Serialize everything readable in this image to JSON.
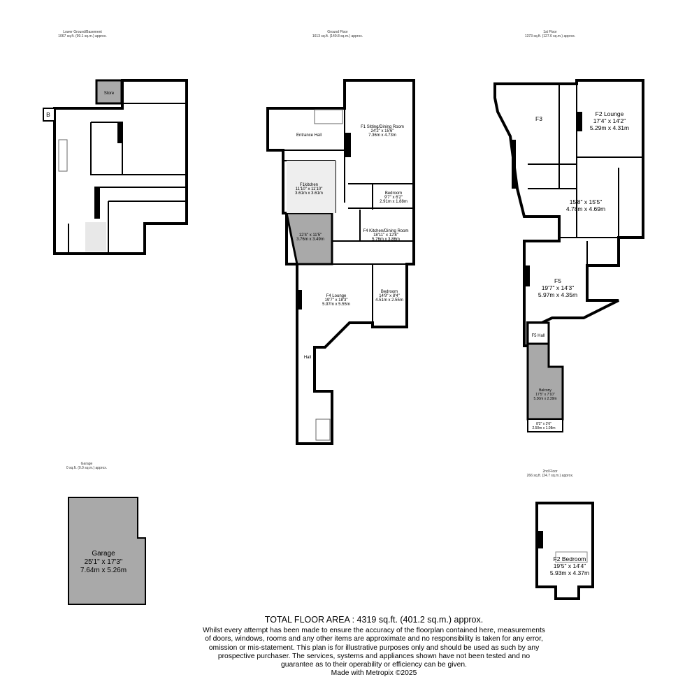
{
  "floors": {
    "basement": {
      "name": "Lower Ground/Basement",
      "area": "1067 sq.ft. (99.1 sq.m.) approx.",
      "rooms": {
        "store": "Store",
        "b": "B"
      }
    },
    "ground": {
      "name": "Ground Floor",
      "area": "1613 sq.ft. (149.8 sq.m.) approx.",
      "rooms": {
        "entrance_hall": "Entrance Hall",
        "f1_sitting": {
          "name": "F1 Sitting/Dining Room",
          "imperial": "24'2\" x 15'6\"",
          "metric": "7.36m x 4.73m"
        },
        "f1_kitchen": {
          "name": "F1kitchen",
          "imperial": "11'10\" x 11'10\"",
          "metric": "3.61m x 3.61m"
        },
        "bedroom_small": {
          "name": "Bedroom",
          "imperial": "9'7\" x 6'2\"",
          "metric": "2.91m x 1.88m"
        },
        "grey_room": {
          "imperial": "12'4\" x 11'5\"",
          "metric": "3.76m x 3.49m"
        },
        "f4_kitchen": {
          "name": "F4 Kitchen/Dining Room",
          "imperial": "18'11\" x 12'8\"",
          "metric": "5.76m x 3.86m"
        },
        "f4_lounge": {
          "name": "F4 Lounge",
          "imperial": "19'7\" x 18'3\"",
          "metric": "5.97m x 5.55m"
        },
        "bedroom": {
          "name": "Bedroom",
          "imperial": "14'9\" x 8'4\"",
          "metric": "4.51m x 2.55m"
        },
        "hall": "Hall"
      }
    },
    "first": {
      "name": "1st Floor",
      "area": "1373 sq.ft. (127.6 sq.m.) approx.",
      "rooms": {
        "f3": "F3",
        "f2_lounge": {
          "name": "F2 Lounge",
          "imperial": "17'4\" x 14'2\"",
          "metric": "5.29m x 4.31m"
        },
        "room_mid": {
          "imperial": "15'8\" x 15'5\"",
          "metric": "4.78m x 4.69m"
        },
        "f5": {
          "name": "F5",
          "imperial": "19'7\" x 14'3\"",
          "metric": "5.97m x 4.35m"
        },
        "f5_hall": "F5 Hall",
        "balcony": {
          "name": "Balcony",
          "imperial": "17'5\" x 7'10\"",
          "metric": "5.30m x 2.39m"
        },
        "landing": {
          "imperial": "8'2\" x 3'6\"",
          "metric": "2.50m x 1.08m"
        }
      }
    },
    "garage": {
      "name": "Garage",
      "area": "0 sq.ft. (0.0 sq.m.) approx.",
      "rooms": {
        "garage": {
          "name": "Garage",
          "imperial": "25'1\" x 17'3\"",
          "metric": "7.64m x 5.26m"
        }
      }
    },
    "second": {
      "name": "2nd Floor",
      "area": "266 sq.ft. (24.7 sq.m.) approx.",
      "rooms": {
        "f2_bedroom": {
          "name": "F2 Bedroom",
          "imperial": "19'5\" x 14'4\"",
          "metric": "5.93m x 4.37m"
        }
      }
    }
  },
  "footer": {
    "total": "TOTAL FLOOR AREA : 4319 sq.ft. (401.2 sq.m.) approx.",
    "disclaimer": "Whilst every attempt has been made to ensure the accuracy of the floorplan contained here, measurements of doors, windows, rooms and any other items are approximate and no responsibility is taken for any error, omission or mis-statement. This plan is for illustrative purposes only and should be used as such by any prospective purchaser. The services, systems and appliances shown have not been tested and no guarantee as to their operability or efficiency can be given.",
    "credit": "Made with Metropix ©2025"
  }
}
